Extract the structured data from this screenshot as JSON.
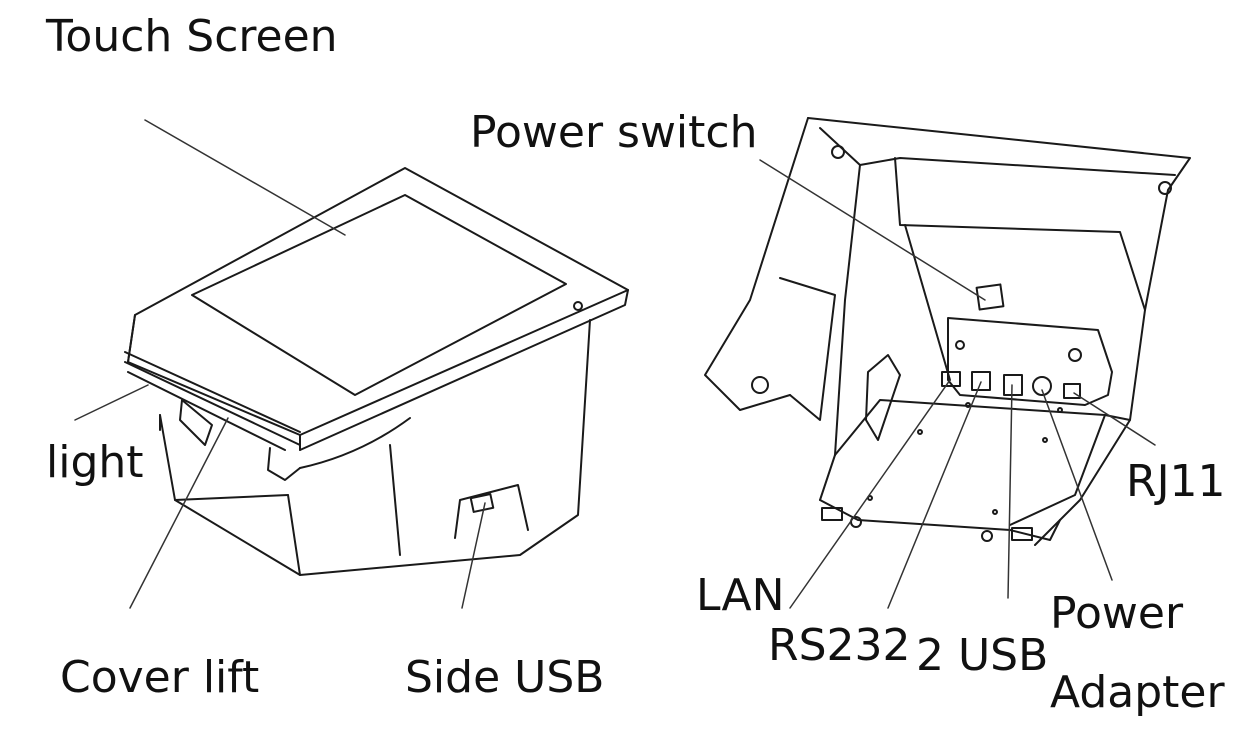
{
  "labels": {
    "touch_screen": "Touch Screen",
    "power_switch": "Power switch",
    "light": "light",
    "rj11": "RJ11",
    "lan": "LAN",
    "rs232": "RS232",
    "two_usb": "2 USB",
    "cover_lift": "Cover lift",
    "side_usb": "Side USB",
    "power_adapter_line1": "Power",
    "power_adapter_line2": "Adapter"
  },
  "colors": {
    "stroke": "#1a1a1a",
    "leader": "#333333",
    "text": "#111111",
    "background": "#ffffff"
  }
}
